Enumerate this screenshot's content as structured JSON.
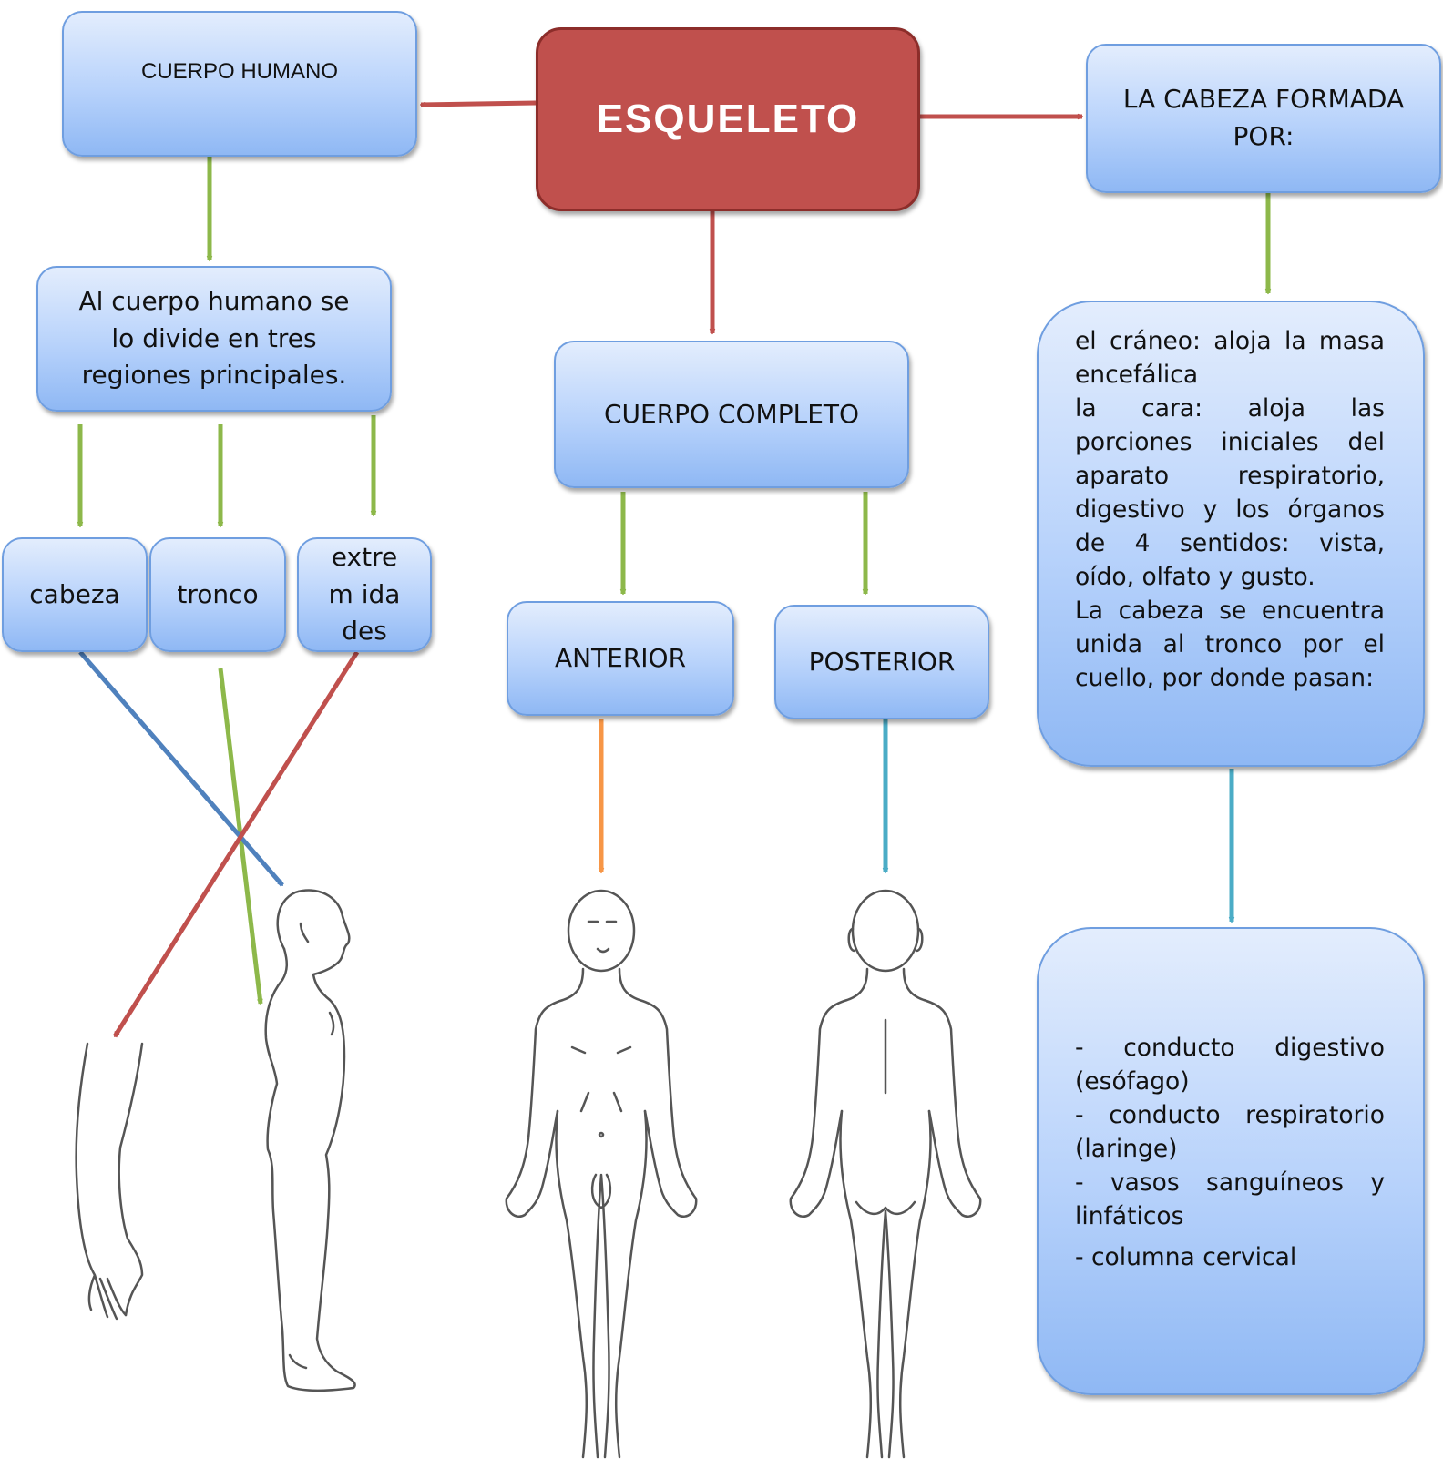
{
  "title": "ESQUELETO",
  "left": {
    "header": "CUERPO HUMANO",
    "description": "Al cuerpo humano se lo divide en tres regiones principales.",
    "regions": [
      "cabeza",
      "tronco",
      "extrem idades"
    ]
  },
  "center": {
    "header": "CUERPO COMPLETO",
    "views": [
      "ANTERIOR",
      "POSTERIOR"
    ]
  },
  "right": {
    "header": "LA CABEZA FORMADA POR:",
    "details": [
      "el cráneo: aloja la masa encefálica",
      "la cara: aloja las porciones iniciales del aparato respiratorio, digestivo y los órganos de 4 sentidos: vista, oído, olfato y gusto.",
      "La cabeza se encuentra unida al tronco por el cuello, por donde pasan:"
    ],
    "neck_items": [
      "- conducto digestivo (esófago)",
      "- conducto respiratorio (laringe)",
      "- vasos sanguíneos y linfáticos",
      "- columna cervical"
    ]
  },
  "colors": {
    "red_arrow": "#c0504d",
    "green_arrow": "#8db84a",
    "blue_arrow": "#4f81bd",
    "orange_arrow": "#f79646",
    "teal_arrow": "#4bacc6"
  }
}
